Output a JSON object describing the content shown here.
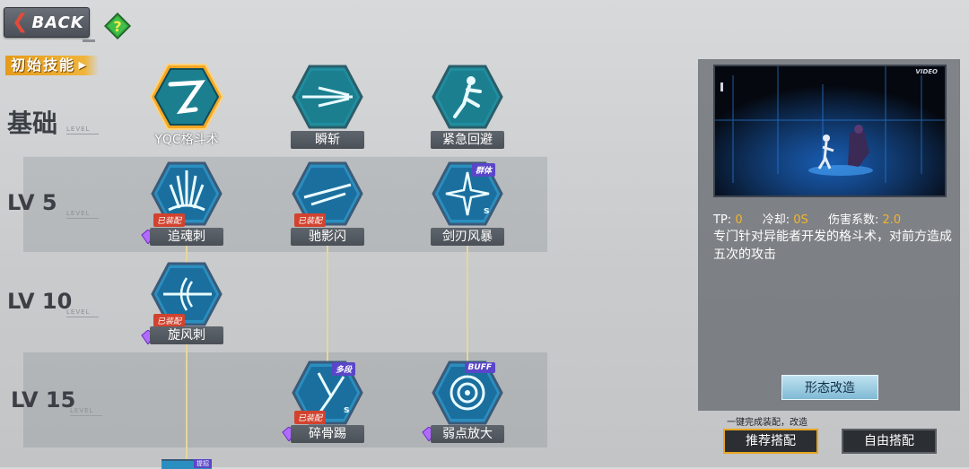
{
  "header": {
    "back_label": "BACK"
  },
  "section_title": "初始技能",
  "levels": [
    {
      "label": "基础",
      "sub": "LEVEL"
    },
    {
      "label": "LV 5",
      "sub": "LEVEL"
    },
    {
      "label": "LV 10",
      "sub": "LEVEL"
    },
    {
      "label": "LV 15",
      "sub": "LEVEL"
    }
  ],
  "skills": {
    "yqc": {
      "name": "YQC格斗术",
      "icon": "fist-strike-icon"
    },
    "shunzhan": {
      "name": "瞬斩",
      "icon": "flash-slash-icon"
    },
    "jinji": {
      "name": "紧急回避",
      "icon": "dodge-figure-icon"
    },
    "zhuihun": {
      "name": "追魂刺",
      "equip": "已装配",
      "icon": "spike-burst-icon"
    },
    "chiying": {
      "name": "驰影闪",
      "equip": "已装配",
      "icon": "dash-streak-icon"
    },
    "jianren": {
      "name": "剑刃风暴",
      "tag": "群体",
      "icon": "blade-storm-icon"
    },
    "xuanfeng": {
      "name": "旋风刺",
      "equip": "已装配",
      "icon": "whirl-thrust-icon"
    },
    "suigu": {
      "name": "碎骨踢",
      "equip": "已装配",
      "tag": "多段",
      "icon": "bone-kick-icon"
    },
    "ruodian": {
      "name": "弱点放大",
      "tag": "BUFF",
      "icon": "spiral-vortex-icon"
    },
    "bottom_tag": "提招"
  },
  "detail": {
    "video_tag": "VIDEO",
    "tp_label": "TP:",
    "tp_value": "0",
    "cd_label": "冷却:",
    "cd_value": "0S",
    "dmg_label": "伤害系数:",
    "dmg_value": "2.0",
    "description": "专门针对异能者开发的格斗术，对前方造成五次的攻击",
    "form_button": "形态改造",
    "hint": "一键完成装配，改造",
    "recommend_button": "推荐搭配",
    "free_button": "自由搭配"
  },
  "colors": {
    "accent": "#f0b43a",
    "hex_fill": "#1e8fa0",
    "equip": "#d2432f",
    "tag": "#5a46c8"
  }
}
